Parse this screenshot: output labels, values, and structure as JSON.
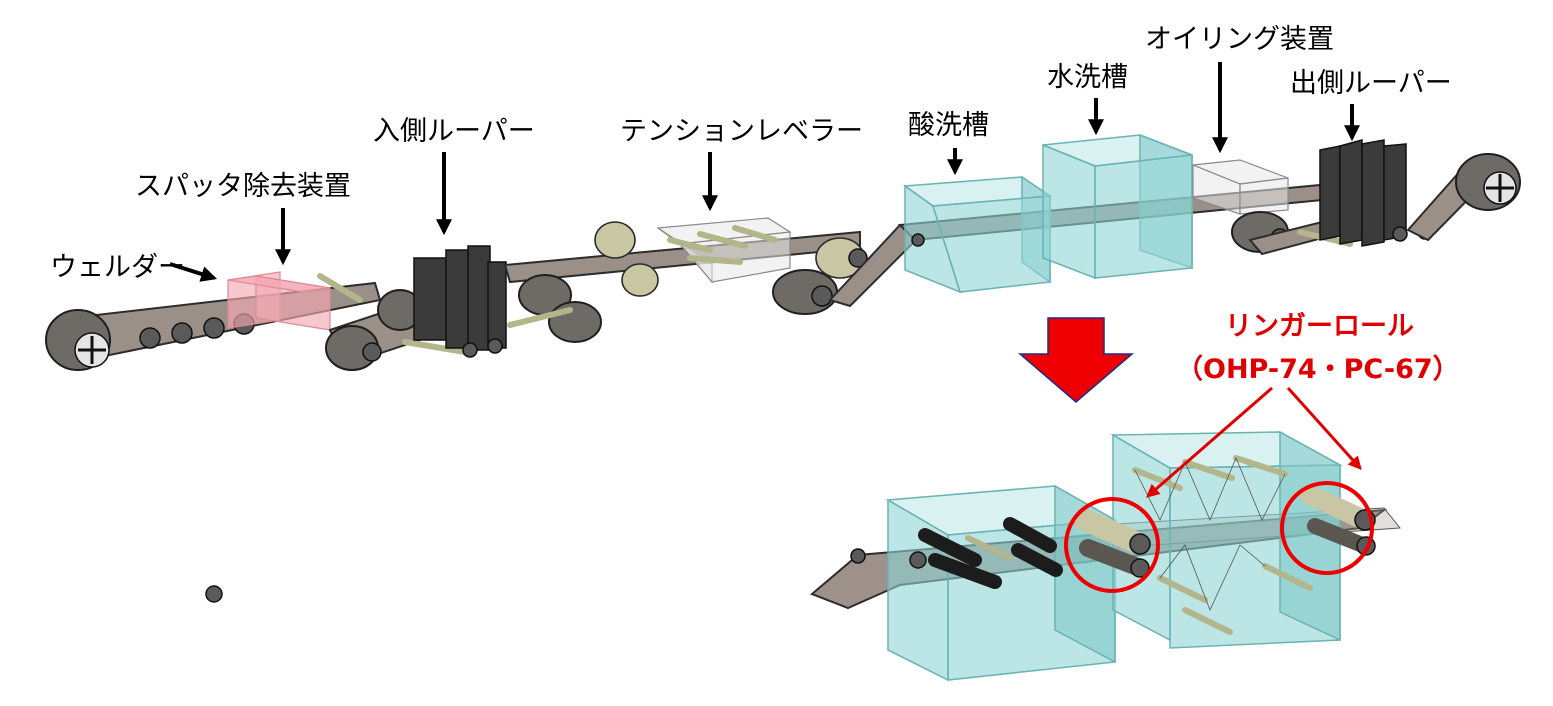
{
  "labels": {
    "welder": "ウェルダー",
    "spatter_remover": "スパッタ除去装置",
    "entry_looper": "入側ルーパー",
    "tension_leveler": "テンションレベラー",
    "pickling_tank": "酸洗槽",
    "rinse_tank": "水洗槽",
    "oiling_device": "オイリング装置",
    "exit_looper": "出側ルーパー"
  },
  "callout": {
    "title": "リンガーロール",
    "models": "（OHP-74・PC-67）"
  },
  "colors": {
    "accent_red": "#e00000",
    "tank_cyan": "#8fd3d3",
    "belt": "#9b9088",
    "roll_light": "#c9c7a3"
  },
  "icons": {
    "down_arrow": "big-red-down-arrow-icon"
  }
}
